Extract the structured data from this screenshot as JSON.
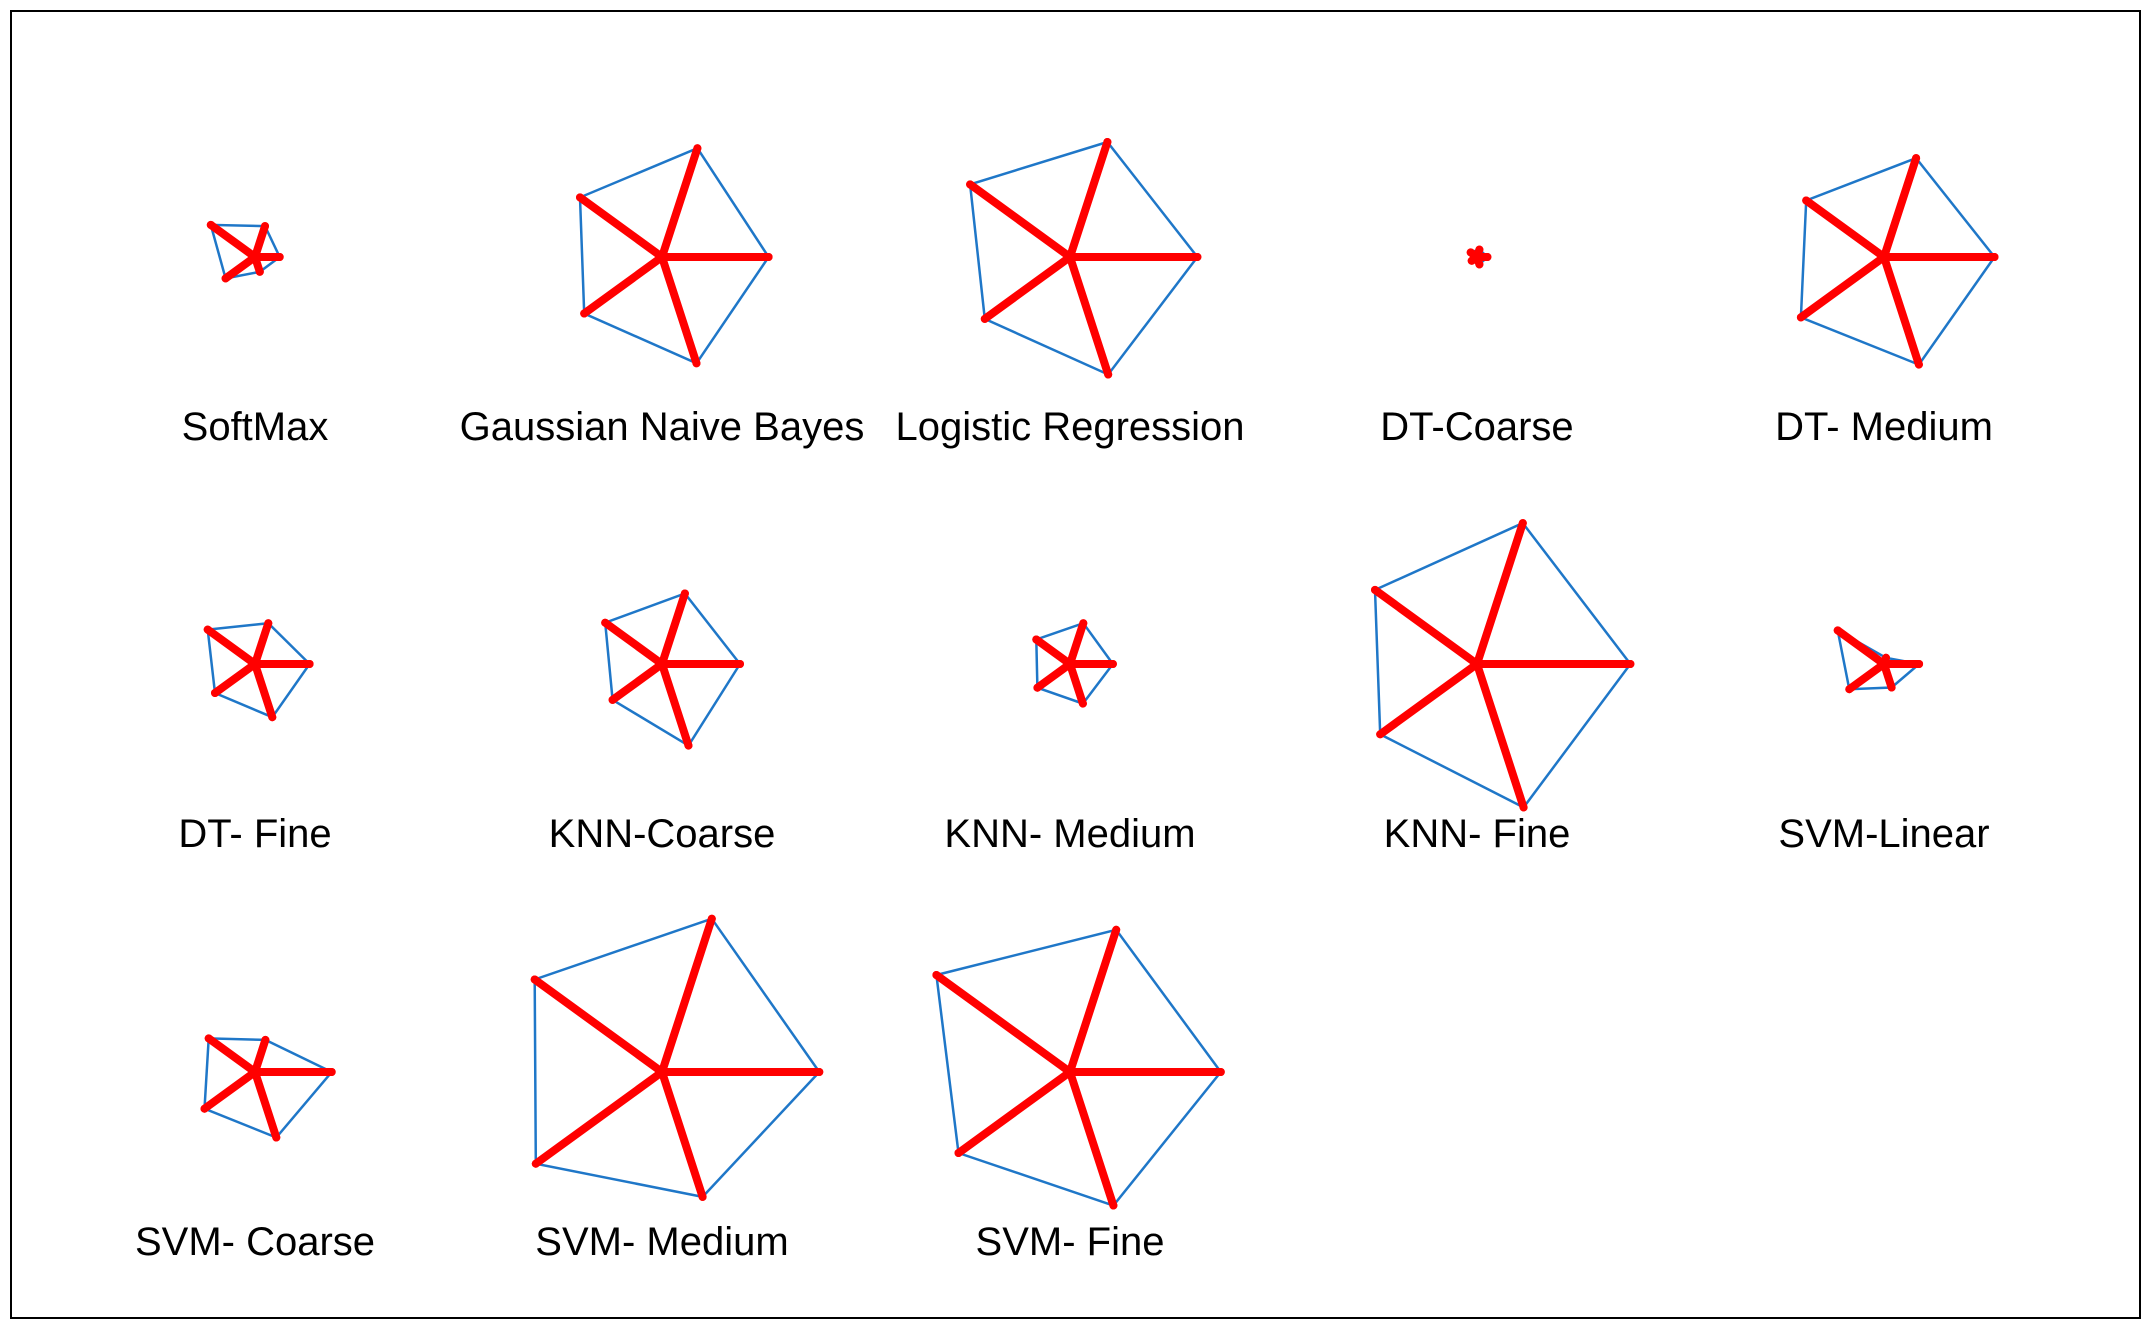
{
  "chart_data": {
    "type": "star-glyph",
    "spokes": 5,
    "colors": {
      "outline": "#1f77c8",
      "spokes": "#ff0000",
      "frame": "#000000"
    },
    "glyphs": [
      {
        "label": "SoftMax",
        "values": [
          0.19,
          0.25,
          0.42,
          0.28,
          0.12
        ]
      },
      {
        "label": "Gaussian Naive Bayes",
        "values": [
          0.82,
          0.88,
          0.78,
          0.74,
          0.86
        ]
      },
      {
        "label": "Logistic Regression",
        "values": [
          0.98,
          0.93,
          0.95,
          0.81,
          0.95
        ]
      },
      {
        "label": "DT-Coarse",
        "values": [
          0.08,
          0.06,
          0.06,
          0.05,
          0.06
        ]
      },
      {
        "label": "DT- Medium",
        "values": [
          0.85,
          0.8,
          0.74,
          0.79,
          0.87
        ]
      },
      {
        "label": "DT- Fine",
        "values": [
          0.42,
          0.33,
          0.45,
          0.38,
          0.43
        ]
      },
      {
        "label": "KNN-Coarse",
        "values": [
          0.6,
          0.57,
          0.54,
          0.47,
          0.66
        ]
      },
      {
        "label": "KNN- Medium",
        "values": [
          0.33,
          0.33,
          0.32,
          0.31,
          0.32
        ]
      },
      {
        "label": "KNN- Fine",
        "values": [
          1.18,
          1.14,
          0.97,
          0.92,
          1.16
        ]
      },
      {
        "label": "SVM-Linear",
        "values": [
          0.27,
          0.05,
          0.44,
          0.33,
          0.19
        ]
      },
      {
        "label": "SVM- Coarse",
        "values": [
          0.59,
          0.26,
          0.44,
          0.48,
          0.53
        ]
      },
      {
        "label": "SVM- Medium",
        "values": [
          1.21,
          1.24,
          1.21,
          1.2,
          1.01
        ]
      },
      {
        "label": "SVM- Fine",
        "values": [
          1.16,
          1.15,
          1.27,
          1.06,
          1.08
        ]
      }
    ]
  }
}
